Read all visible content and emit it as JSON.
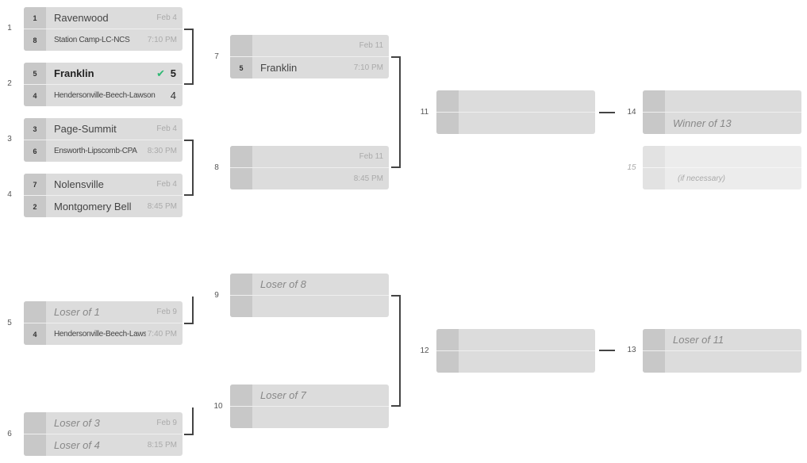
{
  "games": {
    "g1": {
      "number": "1",
      "top": {
        "seed": "1",
        "team": "Ravenwood",
        "info": "Feb 4"
      },
      "bottom": {
        "seed": "8",
        "team": "Station Camp-LC-NCS",
        "info": "7:10 PM"
      }
    },
    "g2": {
      "number": "2",
      "top": {
        "seed": "5",
        "team": "Franklin",
        "score": "5"
      },
      "bottom": {
        "seed": "4",
        "team": "Hendersonville-Beech-Lawson",
        "score": "4"
      }
    },
    "g3": {
      "number": "3",
      "top": {
        "seed": "3",
        "team": "Page-Summit",
        "info": "Feb 4"
      },
      "bottom": {
        "seed": "6",
        "team": "Ensworth-Lipscomb-CPA",
        "info": "8:30 PM"
      }
    },
    "g4": {
      "number": "4",
      "top": {
        "seed": "7",
        "team": "Nolensville",
        "info": "Feb 4"
      },
      "bottom": {
        "seed": "2",
        "team": "Montgomery Bell",
        "info": "8:45 PM"
      }
    },
    "g5": {
      "number": "5",
      "top": {
        "seed": "",
        "team": "Loser of 1",
        "info": "Feb 9"
      },
      "bottom": {
        "seed": "4",
        "team": "Hendersonville-Beech-Lawson",
        "info": "7:40 PM"
      }
    },
    "g6": {
      "number": "6",
      "top": {
        "seed": "",
        "team": "Loser of 3",
        "info": "Feb 9"
      },
      "bottom": {
        "seed": "",
        "team": "Loser of 4",
        "info": "8:15 PM"
      }
    },
    "g7": {
      "number": "7",
      "top": {
        "seed": "",
        "team": "",
        "info": "Feb 11"
      },
      "bottom": {
        "seed": "5",
        "team": "Franklin",
        "info": "7:10 PM"
      }
    },
    "g8": {
      "number": "8",
      "top": {
        "seed": "",
        "team": "",
        "info": "Feb 11"
      },
      "bottom": {
        "seed": "",
        "team": "",
        "info": "8:45 PM"
      }
    },
    "g9": {
      "number": "9",
      "top": {
        "seed": "",
        "team": "Loser of 8",
        "info": ""
      },
      "bottom": {
        "seed": "",
        "team": "",
        "info": ""
      }
    },
    "g10": {
      "number": "10",
      "top": {
        "seed": "",
        "team": "Loser of 7",
        "info": ""
      },
      "bottom": {
        "seed": "",
        "team": "",
        "info": ""
      }
    },
    "g11": {
      "number": "11",
      "top": {
        "seed": "",
        "team": "",
        "info": ""
      },
      "bottom": {
        "seed": "",
        "team": "",
        "info": ""
      }
    },
    "g12": {
      "number": "12",
      "top": {
        "seed": "",
        "team": "",
        "info": ""
      },
      "bottom": {
        "seed": "",
        "team": "",
        "info": ""
      }
    },
    "g13": {
      "number": "13",
      "top": {
        "seed": "",
        "team": "Loser of 11",
        "info": ""
      },
      "bottom": {
        "seed": "",
        "team": "",
        "info": ""
      }
    },
    "g14": {
      "number": "14",
      "top": {
        "seed": "",
        "team": "",
        "info": ""
      },
      "bottom": {
        "seed": "",
        "team": "Winner of 13",
        "info": ""
      }
    },
    "g15": {
      "number": "15",
      "top": {
        "seed": "",
        "team": "",
        "info": ""
      },
      "bottom": {
        "seed": "",
        "team": "(if necessary)",
        "info": ""
      }
    }
  },
  "icons": {
    "winner_check": "check-icon"
  },
  "colors": {
    "winner_check": "#2eb872",
    "slot_bg": "#dcdcdc",
    "seed_bg": "#c8c8c8",
    "connector": "#444444"
  }
}
